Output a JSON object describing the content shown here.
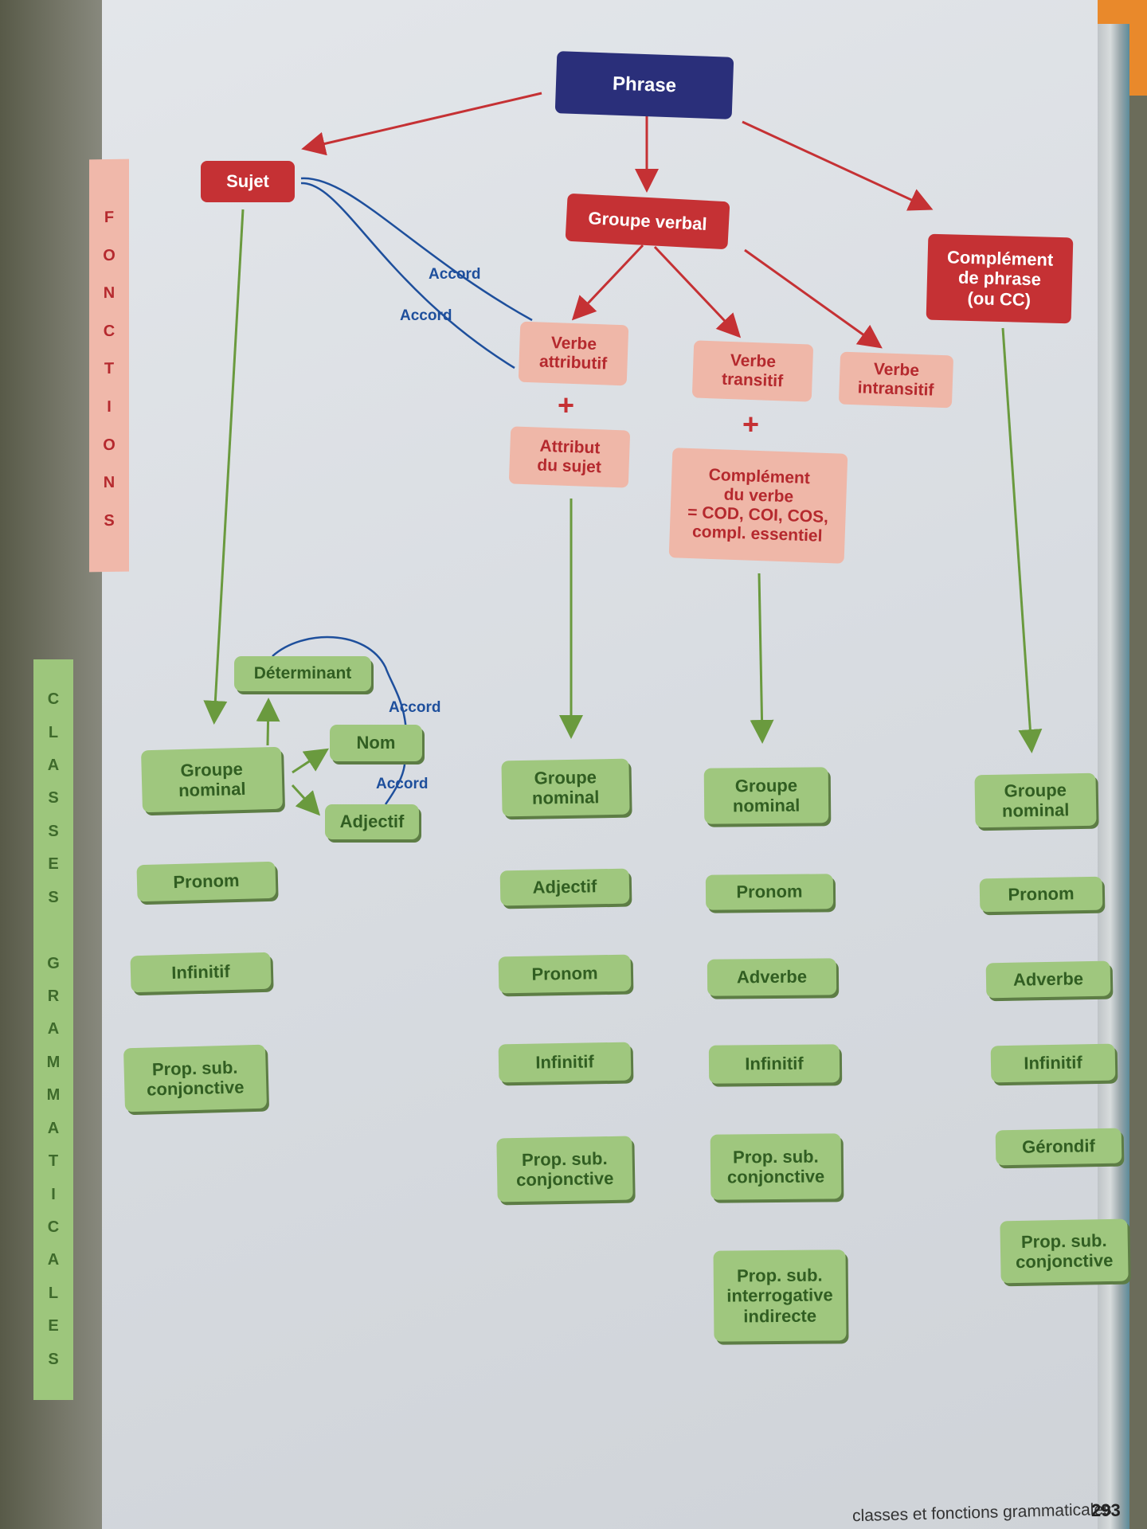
{
  "diagram": {
    "root": "Phrase",
    "functions": {
      "sujet": "Sujet",
      "groupe_verbal": "Groupe verbal",
      "complement_phrase": [
        "Complément",
        "de phrase",
        "(ou CC)"
      ],
      "verbe_attributif": [
        "Verbe",
        "attributif"
      ],
      "verbe_transitif": [
        "Verbe",
        "transitif"
      ],
      "verbe_intransitif": [
        "Verbe",
        "intransitif"
      ],
      "attribut_sujet": [
        "Attribut",
        "du sujet"
      ],
      "complement_verbe": [
        "Complément",
        "du verbe",
        "= COD, COI, COS,",
        "compl. essentiel"
      ],
      "plus": "+"
    },
    "band_functions": [
      "F",
      "O",
      "N",
      "C",
      "T",
      "I",
      "O",
      "N",
      "S"
    ],
    "band_classes": [
      "C",
      "L",
      "A",
      "S",
      "S",
      "E",
      "S",
      "",
      "G",
      "R",
      "A",
      "M",
      "M",
      "A",
      "T",
      "I",
      "C",
      "A",
      "L",
      "E",
      "S"
    ],
    "accord": "Accord",
    "np_parts": {
      "determinant": "Déterminant",
      "nom": "Nom",
      "adjectif": "Adjectif"
    },
    "classes": {
      "sujet": [
        [
          "Groupe",
          "nominal"
        ],
        [
          "Pronom"
        ],
        [
          "Infinitif"
        ],
        [
          "Prop. sub.",
          "conjonctive"
        ]
      ],
      "attribut": [
        [
          "Groupe",
          "nominal"
        ],
        [
          "Adjectif"
        ],
        [
          "Pronom"
        ],
        [
          "Infinitif"
        ],
        [
          "Prop. sub.",
          "conjonctive"
        ]
      ],
      "complement_verbe": [
        [
          "Groupe",
          "nominal"
        ],
        [
          "Pronom"
        ],
        [
          "Adverbe"
        ],
        [
          "Infinitif"
        ],
        [
          "Prop. sub.",
          "conjonctive"
        ],
        [
          "Prop. sub.",
          "interrogative",
          "indirecte"
        ]
      ],
      "complement_phrase": [
        [
          "Groupe",
          "nominal"
        ],
        [
          "Pronom"
        ],
        [
          "Adverbe"
        ],
        [
          "Infinitif"
        ],
        [
          "Gérondif"
        ],
        [
          "Prop. sub.",
          "conjonctive"
        ]
      ]
    }
  },
  "footer": {
    "title": "classes et fonctions grammaticales",
    "page": "293"
  },
  "colors": {
    "root": "#2a2f7a",
    "function_main": "#c53134",
    "function_sub": "#efb7a8",
    "class_box": "#9fc77e",
    "accord_line": "#1e4f9c",
    "arrow_red": "#c53134",
    "arrow_green": "#6a9a3e"
  }
}
